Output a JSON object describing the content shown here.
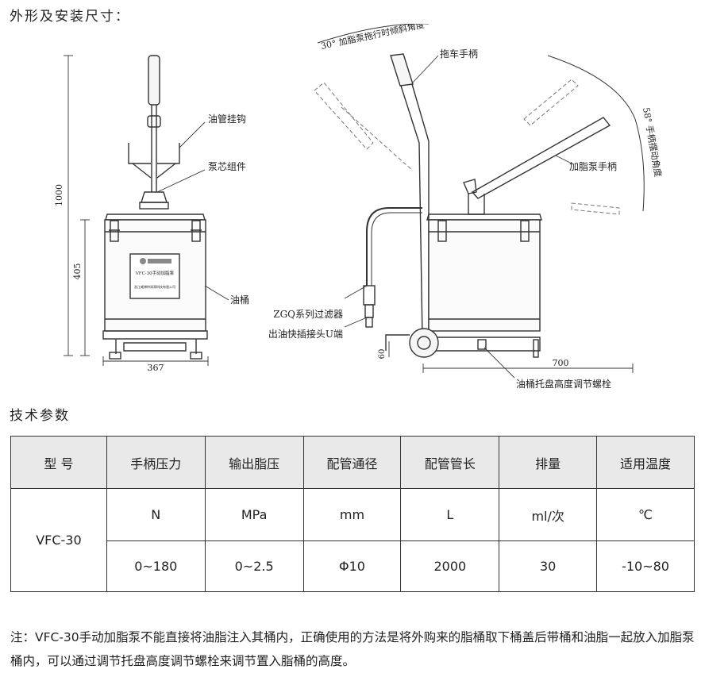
{
  "section_titles": {
    "outline": "外形及安装尺寸：",
    "params": "技术参数"
  },
  "drawing": {
    "callouts": {
      "hose_hook": "油管挂钩",
      "pump_core": "泵芯组件",
      "barrel": "油桶",
      "tow_handle": "拖车手柄",
      "pump_handle": "加脂泵手柄",
      "filter": "ZGQ系列过滤器",
      "quick_coupler": "出油快插接头U端",
      "tray_bolt": "油桶托盘高度调节螺栓"
    },
    "angles": {
      "tow_tilt": "30° 加脂泵拖行时倾斜角度",
      "handle_swing": "58° 手柄摆动角度"
    },
    "dimensions": {
      "height_total": "1000",
      "height_barrel": "405",
      "width_front": "367",
      "length_side": "700",
      "wheel_height": "60"
    },
    "nameplate": {
      "model": "VFC-30手动加脂泵",
      "maker": "浙江威博特润滑科技有限公司"
    }
  },
  "spec_table": {
    "headers": [
      "型 号",
      "手柄压力",
      "输出脂压",
      "配管通径",
      "配管管长",
      "排量",
      "适用温度"
    ],
    "model": "VFC-30",
    "units": [
      "N",
      "MPa",
      "mm",
      "L",
      "ml/次",
      "℃"
    ],
    "values": [
      "0~180",
      "0~2.5",
      "Φ10",
      "2000",
      "30",
      "-10~80"
    ]
  },
  "note": "注：VFC-30手动加脂泵不能直接将油脂注入其桶内，正确使用的方法是将外购来的脂桶取下桶盖后带桶和油脂一起放入加脂泵桶内，可以通过调节托盘高度调节螺栓来调节置入脂桶的高度。",
  "colors": {
    "line": "#333333",
    "header_bg": "#e9e9e9"
  }
}
